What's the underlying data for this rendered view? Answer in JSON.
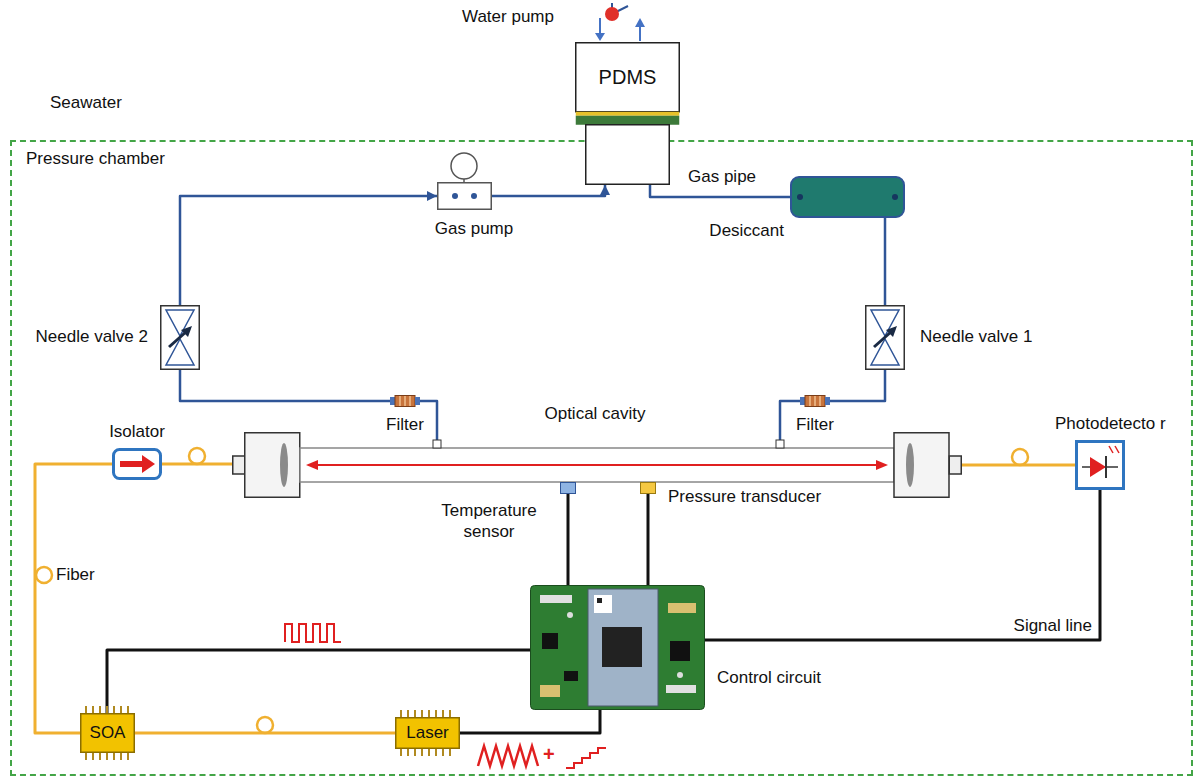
{
  "diagram": {
    "nodes": [
      {
        "text": [
          "Pressure chamber"
        ]
      },
      {
        "text": [
          "PDMS"
        ]
      },
      {
        "text": [
          "Gas pump"
        ],
        "in": 0
      },
      {
        "text": [
          "Desiccant"
        ],
        "in": 0
      },
      {
        "text": [
          "Needle valve 2"
        ],
        "in": 0
      },
      {
        "text": [
          "Needle valve 1"
        ],
        "in": 0
      },
      {
        "text": [
          "Filter"
        ],
        "in": 0
      },
      {
        "text": [
          "Filter"
        ],
        "in": 0
      },
      {
        "text": [
          "Optical cavity"
        ],
        "in": 0
      },
      {
        "text": [
          "Isolator"
        ],
        "in": 0
      },
      {
        "text": [
          "Photodetecto r"
        ],
        "in": 0
      },
      {
        "text": [
          "Temperature sensor"
        ],
        "in": 0
      },
      {
        "text": [
          "Pressure transducer"
        ],
        "in": 0
      },
      {
        "text": [
          "Control circuit"
        ],
        "in": 0
      },
      {
        "text": [
          "SOA"
        ],
        "in": 0
      },
      {
        "text": [
          "Laser"
        ],
        "in": 0
      }
    ],
    "edges": [
      {
        "from": 4,
        "to": 2,
        "arrow": "to"
      },
      {
        "from": 2,
        "to": 1,
        "arrow": "to"
      },
      {
        "from": 1,
        "to": 3,
        "arrow": "none"
      },
      {
        "from": 3,
        "to": 5,
        "arrow": "none"
      },
      {
        "from": 5,
        "to": 7,
        "arrow": "none"
      },
      {
        "from": 7,
        "to": 8,
        "arrow": "none"
      },
      {
        "from": 4,
        "to": 6,
        "arrow": "none"
      },
      {
        "from": 6,
        "to": 8,
        "arrow": "none"
      },
      {
        "from": 11,
        "to": 13,
        "arrow": "none"
      },
      {
        "from": 12,
        "to": 13,
        "arrow": "none"
      },
      {
        "from": 10,
        "to": 13,
        "label": "Signal line",
        "arrow": "none"
      },
      {
        "from": 13,
        "to": 14,
        "arrow": "none"
      },
      {
        "from": 13,
        "to": 15,
        "arrow": "none"
      },
      {
        "from": 15,
        "to": 14,
        "arrow": "none"
      },
      {
        "from": 14,
        "to": 9,
        "arrow": "none"
      },
      {
        "from": 9,
        "to": 8,
        "arrow": "none"
      },
      {
        "from": 8,
        "to": 10,
        "arrow": "none"
      }
    ],
    "labels": [
      "Seawater",
      "Water pump",
      "Gas pipe",
      "Fiber",
      "+"
    ]
  }
}
